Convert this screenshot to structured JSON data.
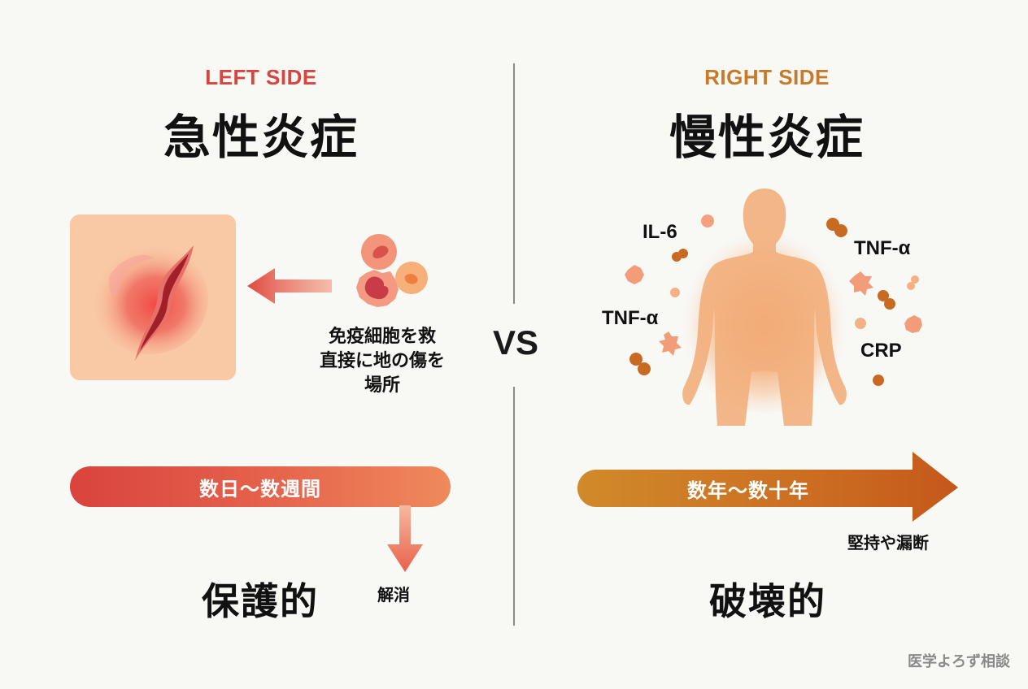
{
  "left": {
    "side_label": "LEFT SIDE",
    "side_label_color": "#d9443e",
    "title": "急性炎症",
    "illustration": "wound-with-redness",
    "cells_caption_lines": [
      "免疫細胞を救",
      "直接に地の傷を",
      "場所"
    ],
    "duration": "数日〜数週間",
    "resolution_label": "解消",
    "outcome": "保護的",
    "accent_colors": [
      "#d9433d",
      "#ef8a5c"
    ]
  },
  "center": {
    "vs_label": "VS"
  },
  "right": {
    "side_label": "RIGHT SIDE",
    "side_label_color": "#c77a2a",
    "title": "慢性炎症",
    "illustration": "human-body-silhouette-with-inflammation",
    "cytokines": [
      {
        "label": "IL-6"
      },
      {
        "label": "TNF-α"
      },
      {
        "label": "TNF-α"
      },
      {
        "label": "CRP"
      }
    ],
    "duration": "数年〜数十年",
    "persistence_label": "堅持や漏断",
    "outcome": "破壊的",
    "accent_colors": [
      "#d08a2a",
      "#c4581a"
    ]
  },
  "footer": {
    "brand": "医学よろず相談"
  }
}
